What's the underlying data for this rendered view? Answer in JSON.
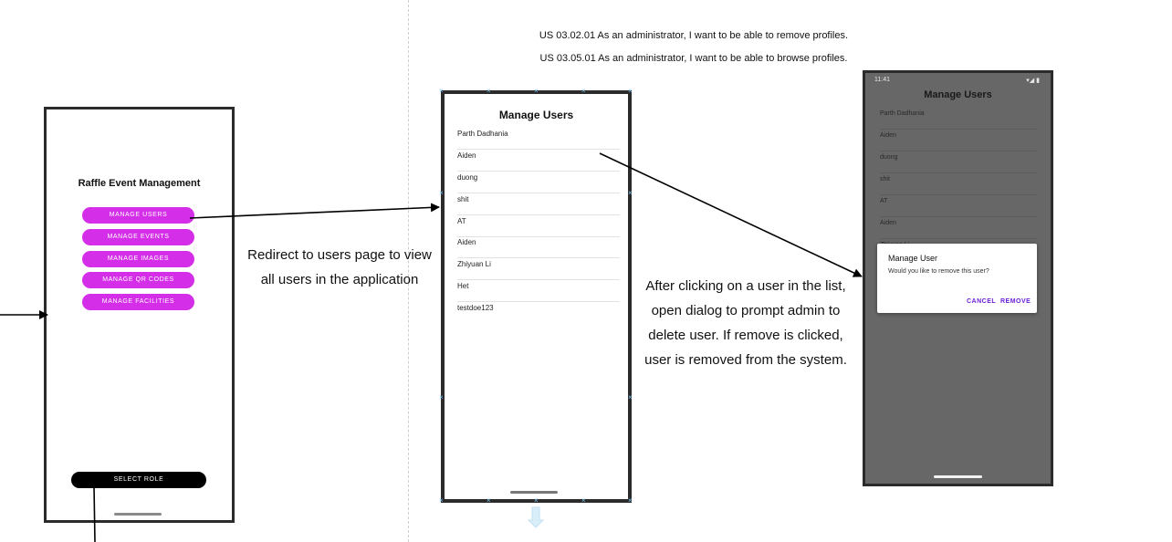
{
  "stories": [
    "US 03.02.01 As an administrator, I want to be able to remove profiles.",
    "US 03.05.01 As an administrator, I want to be able to browse profiles."
  ],
  "phone1": {
    "title": "Raffle Event Management",
    "buttons": [
      "MANAGE USERS",
      "MANAGE EVENTS",
      "MANAGE IMAGES",
      "MANAGE QR CODES",
      "MANAGE FACILITIES"
    ],
    "select_role": "SELECT ROLE",
    "button_color": "#d42ee8"
  },
  "caption1": [
    "Redirect to users page to view",
    "all users in the application"
  ],
  "phone2": {
    "title": "Manage Users",
    "users": [
      "Parth Dadhania",
      "Aiden",
      "duong",
      "shit",
      "AT",
      "Aiden",
      "Zhiyuan Li",
      "Het",
      "testdoe123"
    ]
  },
  "caption2": [
    "After clicking on a user in the list,",
    "open dialog to prompt admin to",
    "delete user. If remove is clicked,",
    "user is removed from the system."
  ],
  "phone3": {
    "status_time": "11:41",
    "status_icons": "▾◢ ▮",
    "title": "Manage Users",
    "users": [
      "Parth Dadhania",
      "Aiden",
      "duong",
      "shit",
      "AT",
      "Aiden",
      "Zhiyuan Li"
    ],
    "dialog": {
      "title": "Manage User",
      "message": "Would you like to remove this user?",
      "cancel": "CANCEL",
      "remove": "REMOVE"
    },
    "accent": "#6a1fd6"
  }
}
